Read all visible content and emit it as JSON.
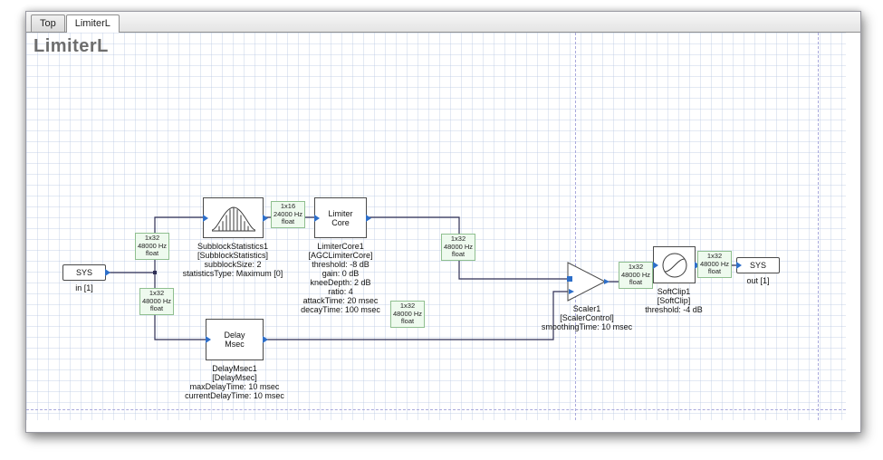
{
  "tabs": {
    "top": "Top",
    "limiterl": "LimiterL"
  },
  "canvas_title": "LimiterL",
  "blocks": {
    "sys_in": {
      "label": "SYS",
      "caption": "in [1]"
    },
    "sys_out": {
      "label": "SYS",
      "caption": "out [1]"
    },
    "subblock": {
      "c1": "SubblockStatistics1",
      "c2": "[SubblockStatistics]",
      "c3": "subblockSize: 2",
      "c4": "statisticsType: Maximum [0]"
    },
    "limiter": {
      "b1": "Limiter",
      "b2": "Core",
      "c1": "LimiterCore1",
      "c2": "[AGCLimiterCore]",
      "c3": "threshold: -8 dB",
      "c4": "gain: 0 dB",
      "c5": "kneeDepth: 2 dB",
      "c6": "ratio: 4",
      "c7": "attackTime: 20 msec",
      "c8": "decayTime: 100 msec"
    },
    "delay": {
      "b1": "Delay",
      "b2": "Msec",
      "c1": "DelayMsec1",
      "c2": "[DelayMsec]",
      "c3": "maxDelayTime: 10 msec",
      "c4": "currentDelayTime: 10 msec"
    },
    "scaler": {
      "c1": "Scaler1",
      "c2": "[ScalerControl]",
      "c3": "smoothingTime: 10 msec"
    },
    "softclip": {
      "c1": "SoftClip1",
      "c2": "[SoftClip]",
      "c3": "threshold: -4 dB"
    }
  },
  "wire_labels": {
    "in_top": {
      "l1": "1x32",
      "l2": "48000 Hz",
      "l3": "float"
    },
    "in_bottom": {
      "l1": "1x32",
      "l2": "48000 Hz",
      "l3": "float"
    },
    "stats_out": {
      "l1": "1x16",
      "l2": "24000 Hz",
      "l3": "float"
    },
    "limiter_out": {
      "l1": "1x32",
      "l2": "48000 Hz",
      "l3": "float"
    },
    "delay_out": {
      "l1": "1x32",
      "l2": "48000 Hz",
      "l3": "float"
    },
    "scaler_out": {
      "l1": "1x32",
      "l2": "48000 Hz",
      "l3": "float"
    },
    "softclip_out": {
      "l1": "1x32",
      "l2": "48000 Hz",
      "l3": "float"
    }
  },
  "icons": {
    "subblock": "histogram-icon",
    "softclip": "softclip-curve-icon"
  },
  "colors": {
    "pin_blue": "#2e6fc9",
    "wire": "#2f2f55",
    "wire_label_bg": "#eefaee",
    "wire_label_border": "#8fbf8f",
    "page_boundary_dash": "#a9a9dc",
    "grid_line": "#b9c8e2",
    "title_gray": "#6d6d6d"
  }
}
